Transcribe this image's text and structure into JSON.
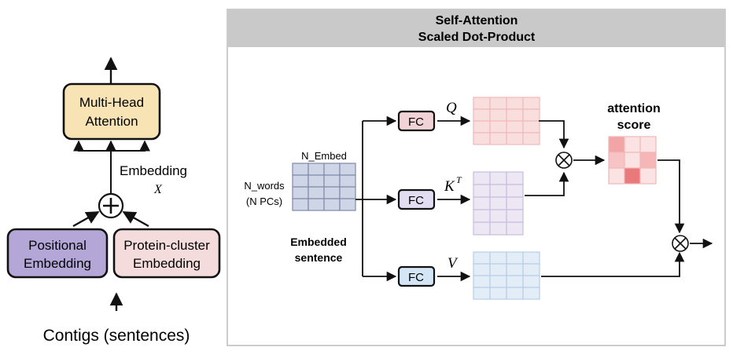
{
  "left": {
    "mha_label_line1": "Multi-Head",
    "mha_label_line2": "Attention",
    "embedding_label": "Embedding",
    "embedding_symbol": "X",
    "positional_line1": "Positional",
    "positional_line2": "Embedding",
    "protein_line1": "Protein-cluster",
    "protein_line2": "Embedding",
    "input_label": "Contigs (sentences)",
    "plus_symbol": "⊕"
  },
  "panel": {
    "title_line1": "Self-Attention",
    "title_line2": "Scaled Dot-Product",
    "n_embed": "N_Embed",
    "n_words_line1": "N_words",
    "n_words_line2": "(N PCs)",
    "embedded_line1": "Embedded",
    "embedded_line2": "sentence",
    "fc": "FC",
    "q": "Q",
    "k": "K",
    "k_sup": "T",
    "v": "V",
    "attention_line1": "attention",
    "attention_line2": "score",
    "otimes": "⊗"
  },
  "colors": {
    "mha_fill": "#f8e3b4",
    "positional_fill": "#b4a6d6",
    "protein_fill": "#f5dcdc",
    "panel_header": "#c9c9c9",
    "fc_q_fill": "#f1d3d5",
    "fc_k_fill": "#e2ddf0",
    "fc_v_fill": "#d4e6f6",
    "embed_matrix": "#cdd5e6",
    "q_matrix": "#f9dede",
    "k_matrix": "#ebe7f3",
    "v_matrix": "#e3edf8"
  },
  "icons": {
    "plus": "circle-plus-icon",
    "multiply": "circle-times-icon"
  }
}
